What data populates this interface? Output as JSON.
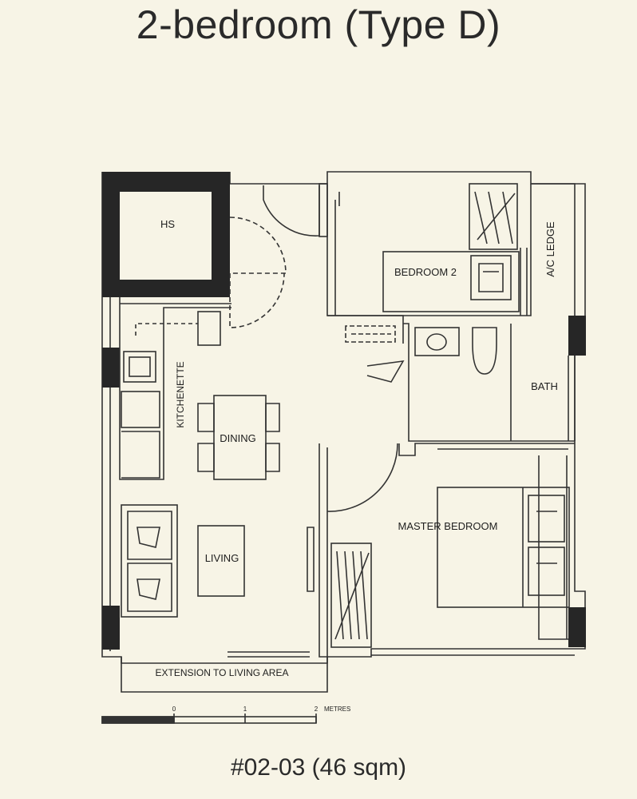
{
  "title": "2-bedroom (Type D)",
  "unit": "#02-03 (46 sqm)",
  "rooms": {
    "hs": "HS",
    "bedroom2": "BEDROOM 2",
    "ac_ledge": "A/C LEDGE",
    "bath": "BATH",
    "kitchenette": "KITCHENETTE",
    "dining": "DINING",
    "master_bedroom": "MASTER BEDROOM",
    "living": "LIVING",
    "extension": "EXTENSION TO LIVING AREA"
  },
  "scale_bar": {
    "ticks": [
      "0",
      "1",
      "2"
    ],
    "unit": "METRES"
  },
  "colors": {
    "background": "#f7f4e6",
    "wall_dark": "#262626",
    "line": "#333333"
  }
}
